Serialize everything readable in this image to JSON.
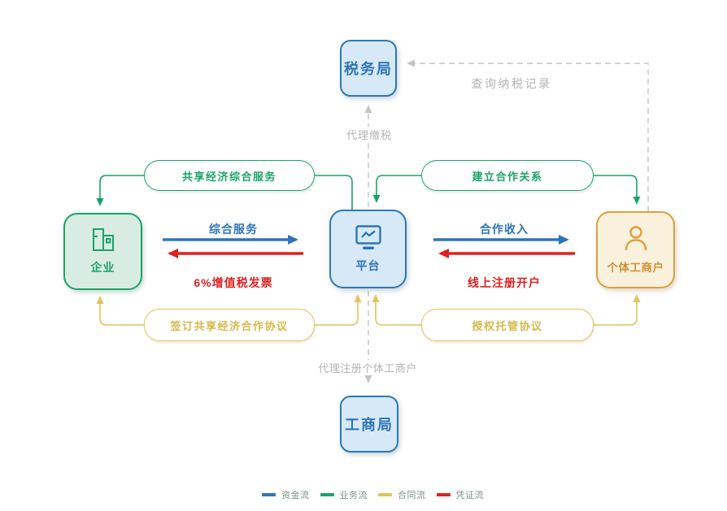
{
  "nodes": {
    "tax_bureau": {
      "label": "税务局"
    },
    "enterprise": {
      "label": "企业",
      "icon": "building-icon"
    },
    "platform": {
      "label": "平台",
      "icon": "monitor-chart-icon"
    },
    "individual_business": {
      "label": "个体工商户",
      "icon": "person-icon"
    },
    "commerce_bureau": {
      "label": "工商局"
    }
  },
  "pills": {
    "sharing_economy_services": "共享经济综合服务",
    "establish_cooperation": "建立合作关系",
    "sign_sharing_agreement": "签订共享经济合作协议",
    "authorized_custody_agreement": "授权托管协议"
  },
  "flows": {
    "comprehensive_service": "综合服务",
    "vat_invoice": "6%增值税发票",
    "cooperation_income": "合作收入",
    "online_registration": "线上注册开户"
  },
  "dashed": {
    "query_tax_records": "查询纳税记录",
    "proxy_tax_payment": "代理缴税",
    "proxy_register_business": "代理注册个体工商户"
  },
  "legend": {
    "items": [
      {
        "label": "资金流",
        "color": "#2e75b6"
      },
      {
        "label": "业务流",
        "color": "#1aa368"
      },
      {
        "label": "合同流",
        "color": "#e2c35f"
      },
      {
        "label": "凭证流",
        "color": "#e01f1f"
      }
    ]
  },
  "colors": {
    "node_blue_border": "#2a7ab8",
    "node_blue_fill": "#d7e9f7",
    "node_green_border": "#1aa368",
    "node_green_fill": "#d9ece3",
    "node_orange_border": "#dfa03d",
    "node_orange_fill": "#faf1dd",
    "capital_flow": "#2e75b6",
    "business_flow": "#1aa368",
    "contract_flow": "#e2c35f",
    "voucher_flow": "#e01f1f",
    "dashed_gray": "#c4c4c4",
    "ghost_text": "#b3b3b3"
  }
}
